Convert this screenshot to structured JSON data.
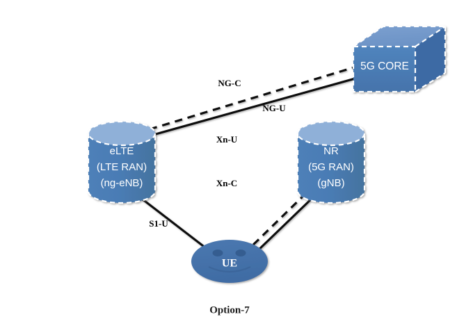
{
  "diagram": {
    "caption": "Option-7",
    "nodes": {
      "core": {
        "label": "5G CORE",
        "shape": "cube",
        "face_color": "#4a7cb5",
        "top_color": "#6d96c8",
        "side_color": "#3c6ba4"
      },
      "elte": {
        "label_line1": "eLTE",
        "label_line2": "(LTE RAN)",
        "label_line3": "(ng-eNB)",
        "shape": "cylinder",
        "body_color": "#4a7cb5",
        "top_color": "#8fb0d8"
      },
      "nr": {
        "label_line1": "NR",
        "label_line2": "(5G RAN)",
        "label_line3": "(gNB)",
        "shape": "cylinder",
        "body_color": "#4a7cb5",
        "top_color": "#8fb0d8"
      },
      "ue": {
        "label": "UE",
        "shape": "ellipse-smiley",
        "body_color": "#4472aa",
        "feature_color": "#3a6397"
      }
    },
    "links": [
      {
        "id": "ng-c",
        "label": "NG-C",
        "style": "dashed",
        "from": "elte",
        "to": "core"
      },
      {
        "id": "ng-u",
        "label": "NG-U",
        "style": "solid",
        "from": "elte",
        "to": "core"
      },
      {
        "id": "xn-u",
        "label": "Xn-U",
        "style": "solid",
        "from": "elte",
        "to": "nr"
      },
      {
        "id": "xn-c",
        "label": "Xn-C",
        "style": "dashed",
        "from": "elte",
        "to": "nr"
      },
      {
        "id": "s1-u",
        "label": "S1-U",
        "style": "solid",
        "from": "elte",
        "to": "ue"
      },
      {
        "id": "nr-ue-u",
        "label": "",
        "style": "solid",
        "from": "nr",
        "to": "ue"
      },
      {
        "id": "nr-ue-c",
        "label": "",
        "style": "dashed",
        "from": "nr",
        "to": "ue"
      }
    ],
    "colors": {
      "line": "#0d0d0d",
      "background": "#ffffff",
      "shape_outline": "#ffffff"
    }
  }
}
